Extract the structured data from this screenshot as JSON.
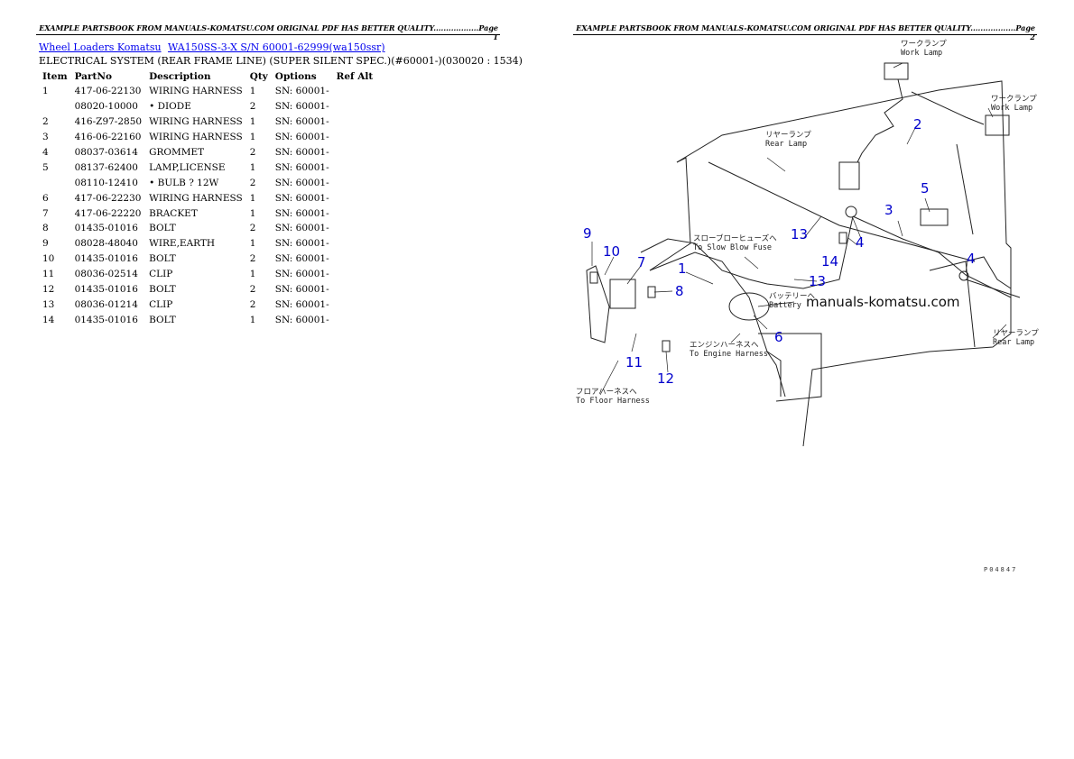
{
  "page1": {
    "header": "EXAMPLE PARTSBOOK FROM MANUALS-KOMATSU.COM ORIGINAL PDF HAS BETTER QUALITY..................Page 1",
    "breadcrumb": [
      "Wheel Loaders Komatsu",
      "WA150SS-3-X S/N 60001-62999(wa150ssr)"
    ],
    "subtitle": "ELECTRICAL SYSTEM (REAR FRAME LINE) (SUPER SILENT SPEC.)(#60001-)(030020 : 1534)",
    "columns": [
      "Item",
      "PartNo",
      "Description",
      "Qty",
      "Options",
      "Ref Alt"
    ],
    "rows": [
      {
        "item": "1",
        "part": "417-06-22130",
        "desc": "WIRING HARNESS",
        "qty": "1",
        "opt": "SN: 60001-"
      },
      {
        "item": "",
        "part": "08020-10000",
        "desc": "• DIODE",
        "qty": "2",
        "opt": "SN: 60001-"
      },
      {
        "item": "2",
        "part": "416-Z97-2850",
        "desc": "WIRING HARNESS",
        "qty": "1",
        "opt": "SN: 60001-"
      },
      {
        "item": "3",
        "part": "416-06-22160",
        "desc": "WIRING HARNESS",
        "qty": "1",
        "opt": "SN: 60001-"
      },
      {
        "item": "4",
        "part": "08037-03614",
        "desc": "GROMMET",
        "qty": "2",
        "opt": "SN: 60001-"
      },
      {
        "item": "5",
        "part": "08137-62400",
        "desc": "LAMP,LICENSE",
        "qty": "1",
        "opt": "SN: 60001-"
      },
      {
        "item": "",
        "part": "08110-12410",
        "desc": "• BULB ? 12W",
        "qty": "2",
        "opt": "SN: 60001-"
      },
      {
        "item": "6",
        "part": "417-06-22230",
        "desc": "WIRING HARNESS",
        "qty": "1",
        "opt": "SN: 60001-"
      },
      {
        "item": "7",
        "part": "417-06-22220",
        "desc": "BRACKET",
        "qty": "1",
        "opt": "SN: 60001-"
      },
      {
        "item": "8",
        "part": "01435-01016",
        "desc": "BOLT",
        "qty": "2",
        "opt": "SN: 60001-"
      },
      {
        "item": "9",
        "part": "08028-48040",
        "desc": "WIRE,EARTH",
        "qty": "1",
        "opt": "SN: 60001-"
      },
      {
        "item": "10",
        "part": "01435-01016",
        "desc": "BOLT",
        "qty": "2",
        "opt": "SN: 60001-"
      },
      {
        "item": "11",
        "part": "08036-02514",
        "desc": "CLIP",
        "qty": "1",
        "opt": "SN: 60001-"
      },
      {
        "item": "12",
        "part": "01435-01016",
        "desc": "BOLT",
        "qty": "2",
        "opt": "SN: 60001-"
      },
      {
        "item": "13",
        "part": "08036-01214",
        "desc": "CLIP",
        "qty": "2",
        "opt": "SN: 60001-"
      },
      {
        "item": "14",
        "part": "01435-01016",
        "desc": "BOLT",
        "qty": "1",
        "opt": "SN: 60001-"
      }
    ]
  },
  "page2": {
    "header": "EXAMPLE PARTSBOOK FROM MANUALS-KOMATSU.COM ORIGINAL PDF HAS BETTER QUALITY..................Page 2",
    "watermark": "manuals-komatsu.com",
    "footer_code": "P04847",
    "callouts": [
      {
        "n": "1"
      },
      {
        "n": "2"
      },
      {
        "n": "3"
      },
      {
        "n": "4"
      },
      {
        "n": "4"
      },
      {
        "n": "5"
      },
      {
        "n": "6"
      },
      {
        "n": "7"
      },
      {
        "n": "8"
      },
      {
        "n": "9"
      },
      {
        "n": "10"
      },
      {
        "n": "11"
      },
      {
        "n": "12"
      },
      {
        "n": "13"
      },
      {
        "n": "13"
      },
      {
        "n": "14"
      }
    ],
    "labels": {
      "work_lamp_1_jp": "ワークランプ",
      "work_lamp_1_en": "Work Lamp",
      "work_lamp_2_jp": "ワークランプ",
      "work_lamp_2_en": "Work Lamp",
      "rear_lamp_1_jp": "リヤーランプ",
      "rear_lamp_1_en": "Rear Lamp",
      "rear_lamp_2_jp": "リヤーランプ",
      "rear_lamp_2_en": "Rear Lamp",
      "slow_blow_jp": "スローブローヒューズへ",
      "slow_blow_en": "To Slow Blow Fuse",
      "battery_jp": "バッテリーへ",
      "battery_en": "Battery",
      "engine_jp": "エンジンハーネスへ",
      "engine_en": "To Engine Harness",
      "floor_jp": "フロアハーネスへ",
      "floor_en": "To Floor Harness"
    }
  }
}
